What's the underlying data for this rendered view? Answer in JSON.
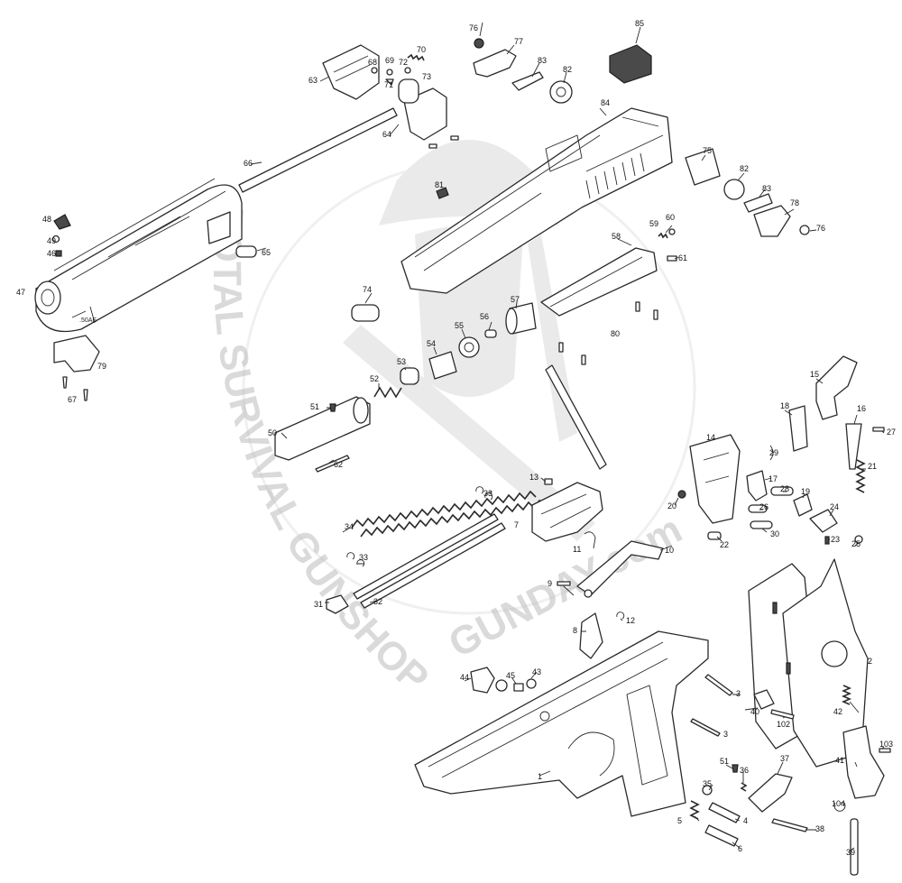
{
  "watermark": {
    "text_arc": "TOTAL SURVIVAL GUNSHOP",
    "text_right": "GUNDAY.com"
  },
  "engraving": ".50AE",
  "part_numbers": [
    "1",
    "2",
    "3",
    "3",
    "4",
    "5",
    "6",
    "7",
    "8",
    "9",
    "10",
    "11",
    "12",
    "13",
    "14",
    "15",
    "16",
    "17",
    "18",
    "19",
    "20",
    "21",
    "22",
    "23",
    "24",
    "25",
    "26",
    "27",
    "28",
    "29",
    "30",
    "31",
    "32",
    "33",
    "33",
    "34",
    "35",
    "36",
    "37",
    "38",
    "39",
    "40",
    "41",
    "42",
    "43",
    "44",
    "45",
    "46",
    "47",
    "48",
    "49",
    "50",
    "51",
    "51",
    "52",
    "53",
    "54",
    "55",
    "56",
    "57",
    "58",
    "59",
    "60",
    "61",
    "62",
    "63",
    "64",
    "65",
    "66",
    "67",
    "68",
    "69",
    "70",
    "71",
    "72",
    "73",
    "74",
    "75",
    "76",
    "76",
    "77",
    "78",
    "79",
    "80",
    "81",
    "82",
    "82",
    "83",
    "83",
    "84",
    "85",
    "102",
    "103",
    "104"
  ]
}
